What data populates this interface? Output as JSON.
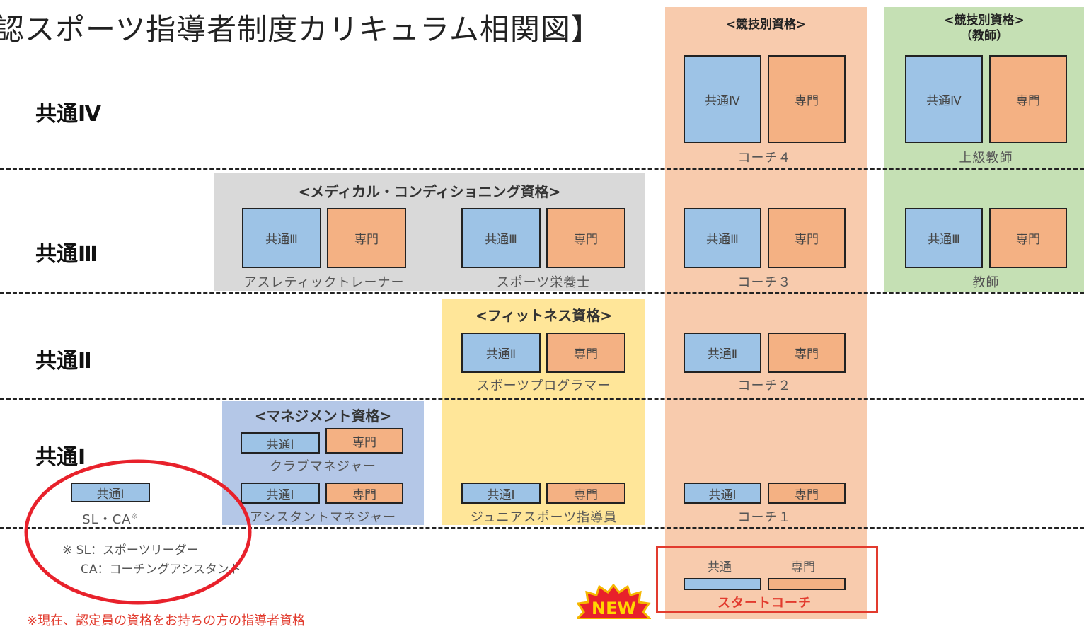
{
  "title": "認スポーツ指導者制度カリキュラム相関図】",
  "levels": {
    "iv": "共通Ⅳ",
    "iii": "共通Ⅲ",
    "ii": "共通Ⅱ",
    "i": "共通Ⅰ"
  },
  "competition": {
    "title": "<競技別資格>",
    "coach4": {
      "left": "共通Ⅳ",
      "right": "専門",
      "caption": "コーチ４"
    },
    "coach3": {
      "left": "共通Ⅲ",
      "right": "専門",
      "caption": "コーチ３"
    },
    "coach2": {
      "left": "共通Ⅱ",
      "right": "専門",
      "caption": "コーチ２"
    },
    "coach1": {
      "left": "共通Ⅰ",
      "right": "専門",
      "caption": "コーチ１"
    },
    "start": {
      "left": "共通",
      "right": "専門",
      "caption": "スタートコーチ"
    }
  },
  "teacher": {
    "title_line1": "<競技別資格>",
    "title_line2": "（教師）",
    "senior": {
      "left": "共通Ⅳ",
      "right": "専門",
      "caption": "上級教師"
    },
    "teacher": {
      "left": "共通Ⅲ",
      "right": "専門",
      "caption": "教師"
    }
  },
  "medical": {
    "title": "<メディカル・コンディショニング資格>",
    "trainer": {
      "left": "共通Ⅲ",
      "right": "専門",
      "caption": "アスレティックトレーナー"
    },
    "dietitian": {
      "left": "共通Ⅲ",
      "right": "専門",
      "caption": "スポーツ栄養士"
    }
  },
  "fitness": {
    "title": "<フィットネス資格>",
    "programmer": {
      "left": "共通Ⅱ",
      "right": "専門",
      "caption": "スポーツプログラマー"
    },
    "junior": {
      "left": "共通Ⅰ",
      "right": "専門",
      "caption": "ジュニアスポーツ指導員"
    }
  },
  "management": {
    "title": "<マネジメント資格>",
    "club": {
      "left": "共通Ⅰ",
      "right": "専門",
      "caption": "クラブマネジャー"
    },
    "assistant": {
      "left": "共通Ⅰ",
      "right": "専門",
      "caption": "アシスタントマネジャー"
    }
  },
  "sl": {
    "box": "共通Ⅰ",
    "caption": "SL・CA",
    "mark": "※"
  },
  "notes": {
    "line1": "※ SL：スポーツリーダー",
    "line2": "CA：コーチングアシスタント"
  },
  "footer": "※現在、認定員の資格をお持ちの方の指導者資格",
  "new_badge": "NEW",
  "colors": {
    "blue": "#9dc3e6",
    "orange": "#f4b183",
    "competition_bg": "#f8cbad",
    "teacher_bg": "#c5e0b4",
    "medical_bg": "#d9d9d9",
    "fitness_bg": "#ffe699",
    "management_bg": "#b4c7e7",
    "highlight": "#e23b2e"
  }
}
